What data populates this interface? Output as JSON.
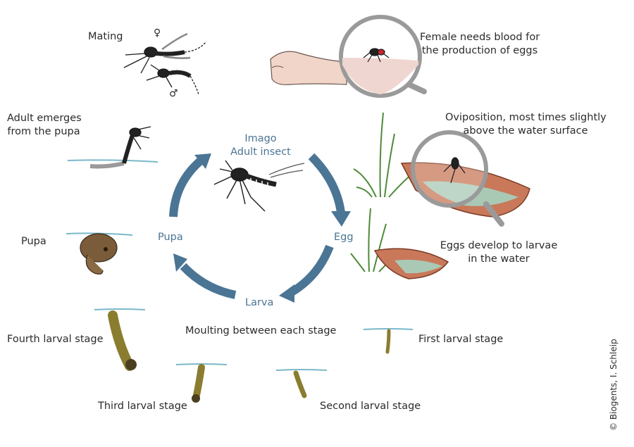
{
  "labels": {
    "mating": "Mating",
    "female_sign": "♀",
    "male_sign": "♂",
    "female_blood": [
      "Female needs blood for",
      "the production of eggs"
    ],
    "oviposition": [
      "Oviposition, most times slightly",
      "above the water surface"
    ],
    "eggs_develop": [
      "Eggs develop to larvae",
      "in the water"
    ],
    "adult_emerges": [
      "Adult emerges",
      "from the pupa"
    ],
    "pupa": "Pupa",
    "fourth": "Fourth larval stage",
    "third": "Third larval stage",
    "second": "Second larval stage",
    "first": "First larval stage",
    "moulting": "Moulting between each stage"
  },
  "cycle": {
    "imago": [
      "Imago",
      "Adult insect"
    ],
    "egg": "Egg",
    "larva": "Larva",
    "pupa": "Pupa"
  },
  "copyright": "© Biogents, I. Schleip",
  "colors": {
    "cycle_arrow": "#4b7594",
    "cycle_text": "#4b7594",
    "water_line": "#7ab8c9",
    "larva_body": "#8a7d2f",
    "bowl": "#c9785a",
    "water_fill": "#a9c9b5",
    "grass": "#4f8a3a",
    "skin": "#f1d5c8"
  }
}
